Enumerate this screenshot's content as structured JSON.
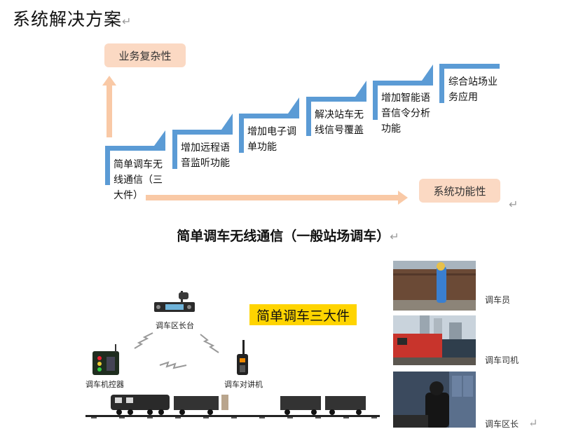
{
  "title": "系统解决方案",
  "return_mark": "↵",
  "pills": {
    "business": "业务复杂性",
    "function": "系统功能性"
  },
  "steps": [
    {
      "line1": "简单调车无",
      "line2": "线通信（三",
      "line3": "大件）"
    },
    {
      "line1": "增加远程语",
      "line2": "音监听功能",
      "line3": ""
    },
    {
      "line1": "增加电子调",
      "line2": "单功能",
      "line3": ""
    },
    {
      "line1": "解决站车无",
      "line2": "线信号覆盖",
      "line3": ""
    },
    {
      "line1": "增加智能语",
      "line2": "音信令分析",
      "line3": "功能"
    },
    {
      "line1": "综合站场业",
      "line2": "务应用",
      "line3": ""
    }
  ],
  "section_heading": "简单调车无线通信（一般站场调车）",
  "highlight": "简单调车三大件",
  "devices": {
    "base_station": "调车区长台",
    "controller": "调车机控器",
    "walkie": "调车对讲机"
  },
  "photos": {
    "p1": "调车员",
    "p2": "调车司机",
    "p3": "调车区长"
  }
}
